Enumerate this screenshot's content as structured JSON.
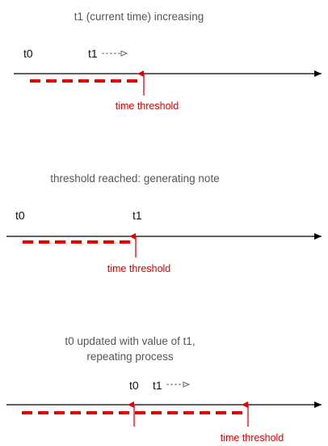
{
  "colors": {
    "axis": "#000000",
    "threshold": "#e60000",
    "caption": "#555555",
    "arrow_dashed": "#888888"
  },
  "panels": [
    {
      "caption": [
        "t1 (current time) increasing"
      ],
      "t0_label": "t0",
      "t1_label": "t1",
      "t1_moving": true,
      "threshold_label": "time threshold"
    },
    {
      "caption": [
        "threshold reached: generating note"
      ],
      "t0_label": "t0",
      "t1_label": "t1",
      "t1_moving": false,
      "threshold_label": "time threshold"
    },
    {
      "caption": [
        "t0 updated with value of t1,",
        "repeating process"
      ],
      "t0_label": "t0",
      "t1_label": "t1",
      "t1_moving": true,
      "threshold_label": "time threshold"
    }
  ]
}
